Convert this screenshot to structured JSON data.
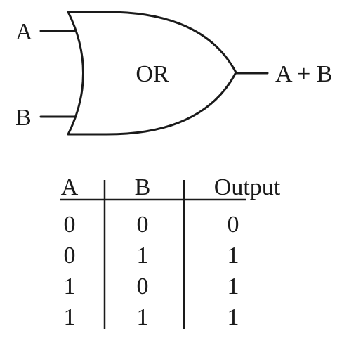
{
  "gate": {
    "name": "OR",
    "input_a": "A",
    "input_b": "B",
    "output": "A + B"
  },
  "truth_table": {
    "headers": [
      "A",
      "B",
      "Output"
    ],
    "rows": [
      [
        "0",
        "0",
        "0"
      ],
      [
        "0",
        "1",
        "1"
      ],
      [
        "1",
        "0",
        "1"
      ],
      [
        "1",
        "1",
        "1"
      ]
    ]
  },
  "colors": {
    "ink": "#1a1a1a",
    "background": "#ffffff"
  }
}
